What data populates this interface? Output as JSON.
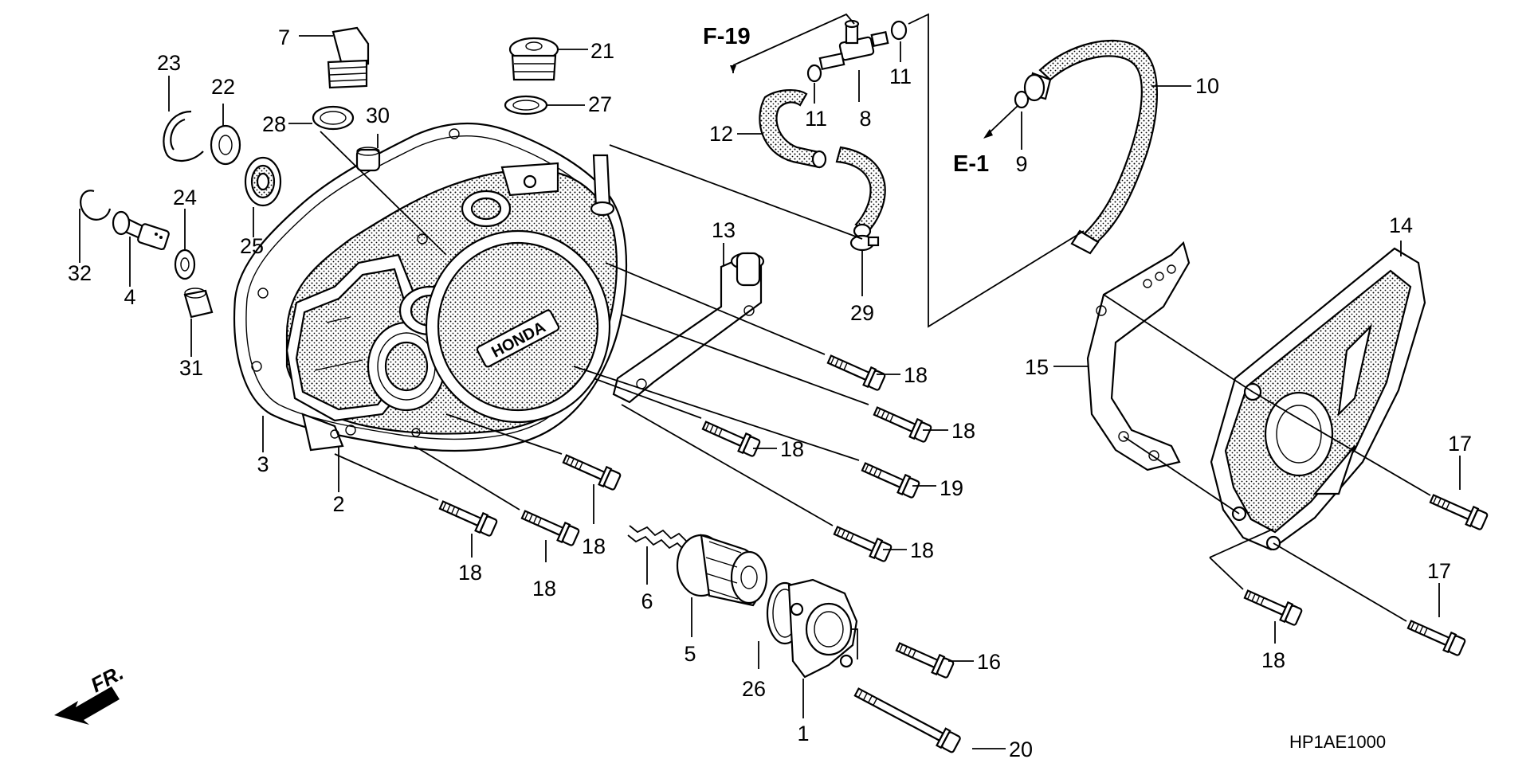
{
  "diagram": {
    "code": "HP1AE1000",
    "front_label": "FR.",
    "refs": {
      "f19": "F-19",
      "e1": "E-1"
    },
    "parts": {
      "p1": "1",
      "p2": "2",
      "p3": "3",
      "p4": "4",
      "p5": "5",
      "p6": "6",
      "p7": "7",
      "p8": "8",
      "p9": "9",
      "p10": "10",
      "p11a": "11",
      "p11b": "11",
      "p12": "12",
      "p13": "13",
      "p14": "14",
      "p15": "15",
      "p16": "16",
      "p17a": "17",
      "p17b": "17",
      "p18a": "18",
      "p18b": "18",
      "p18c": "18",
      "p18d": "18",
      "p18e": "18",
      "p18f": "18",
      "p18g": "18",
      "p18h": "18",
      "p19": "19",
      "p20": "20",
      "p21": "21",
      "p22": "22",
      "p23": "23",
      "p24": "24",
      "p25": "25",
      "p26": "26",
      "p27": "27",
      "p28": "28",
      "p29": "29",
      "p30": "30",
      "p31": "31",
      "p32": "32"
    }
  }
}
